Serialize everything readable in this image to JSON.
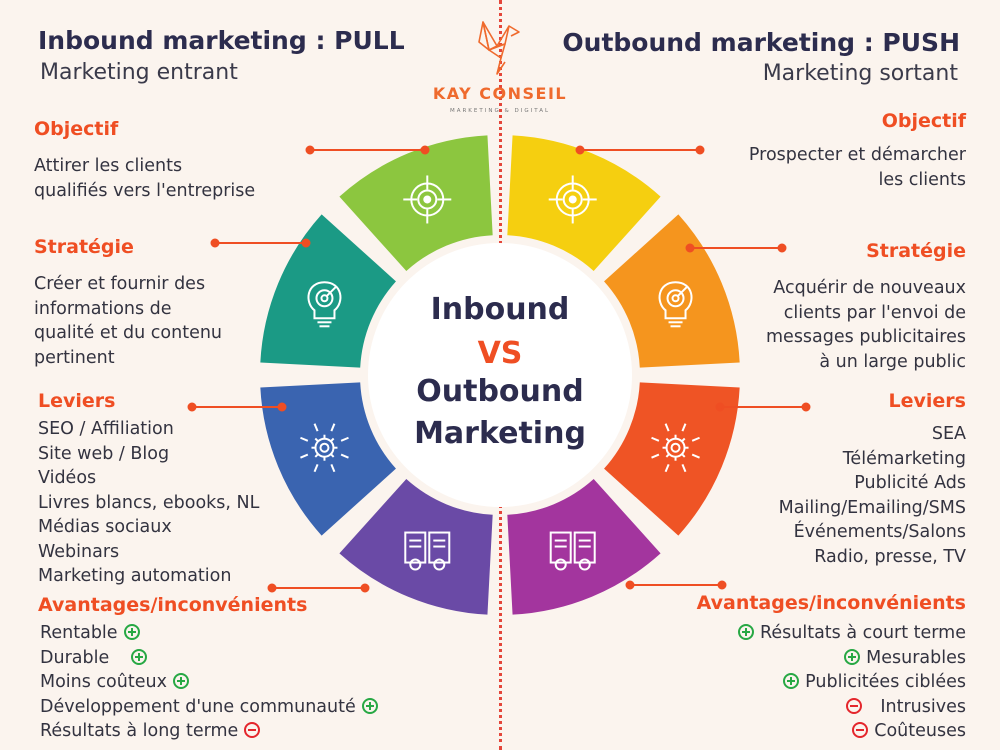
{
  "header": {
    "left_title": "Inbound marketing : PULL",
    "left_subtitle": "Marketing entrant",
    "right_title": "Outbound marketing : PUSH",
    "right_subtitle": "Marketing sortant",
    "brand": "KAY CONSEIL",
    "brand_tagline": "MARKETING & DIGITAL"
  },
  "center": {
    "line1": "Inbound",
    "line2": "VS",
    "line3": "Outbound",
    "line4": "Marketing"
  },
  "colors": {
    "accent": "#ef4e23",
    "navy": "#2c2c4e",
    "plus": "#27a844",
    "minus": "#e4262c",
    "seg_left": [
      "#8cc63f",
      "#1b9a85",
      "#3a64b0",
      "#6a4aa6"
    ],
    "seg_right": [
      "#f5cf10",
      "#f5951e",
      "#ef5425",
      "#a3359e"
    ]
  },
  "icons": [
    "target-icon",
    "lightbulb-target-icon",
    "gear-arrows-icon",
    "documents-icon",
    "kay-conseil-bird-logo"
  ],
  "inbound": {
    "objectif_title": "Objectif",
    "objectif_lines": [
      "Attirer les clients",
      "qualifiés vers l'entreprise"
    ],
    "strategie_title": "Stratégie",
    "strategie_lines": [
      "Créer et fournir des",
      "informations de",
      "qualité et du contenu",
      "pertinent"
    ],
    "leviers_title": "Leviers",
    "leviers_items": [
      "SEO / Affiliation",
      "Site web / Blog",
      "Vidéos",
      "Livres blancs, ebooks, NL",
      "Médias sociaux",
      "Webinars",
      "Marketing automation"
    ],
    "avantages_title": "Avantages/inconvénients",
    "avantages_items": [
      {
        "text": "Rentable",
        "sign": "plus"
      },
      {
        "text": "Durable",
        "sign": "plus"
      },
      {
        "text": "Moins coûteux",
        "sign": "plus"
      },
      {
        "text": "Développement d'une communauté",
        "sign": "plus"
      },
      {
        "text": "Résultats à long terme",
        "sign": "minus"
      }
    ]
  },
  "outbound": {
    "objectif_title": "Objectif",
    "objectif_lines": [
      "Prospecter et démarcher",
      "les clients"
    ],
    "strategie_title": "Stratégie",
    "strategie_lines": [
      "Acquérir de nouveaux",
      "clients par l'envoi de",
      "messages publicitaires",
      "à un large public"
    ],
    "leviers_title": "Leviers",
    "leviers_items": [
      "SEA",
      "Télémarketing",
      "Publicité Ads",
      "Mailing/Emailing/SMS",
      "Événements/Salons",
      "Radio, presse, TV"
    ],
    "avantages_title": "Avantages/inconvénients",
    "avantages_items": [
      {
        "text": "Résultats à court terme",
        "sign": "plus"
      },
      {
        "text": "Mesurables",
        "sign": "plus"
      },
      {
        "text": "Publicitées ciblées",
        "sign": "plus"
      },
      {
        "text": "Intrusives",
        "sign": "minus"
      },
      {
        "text": "Coûteuses",
        "sign": "minus"
      }
    ]
  }
}
